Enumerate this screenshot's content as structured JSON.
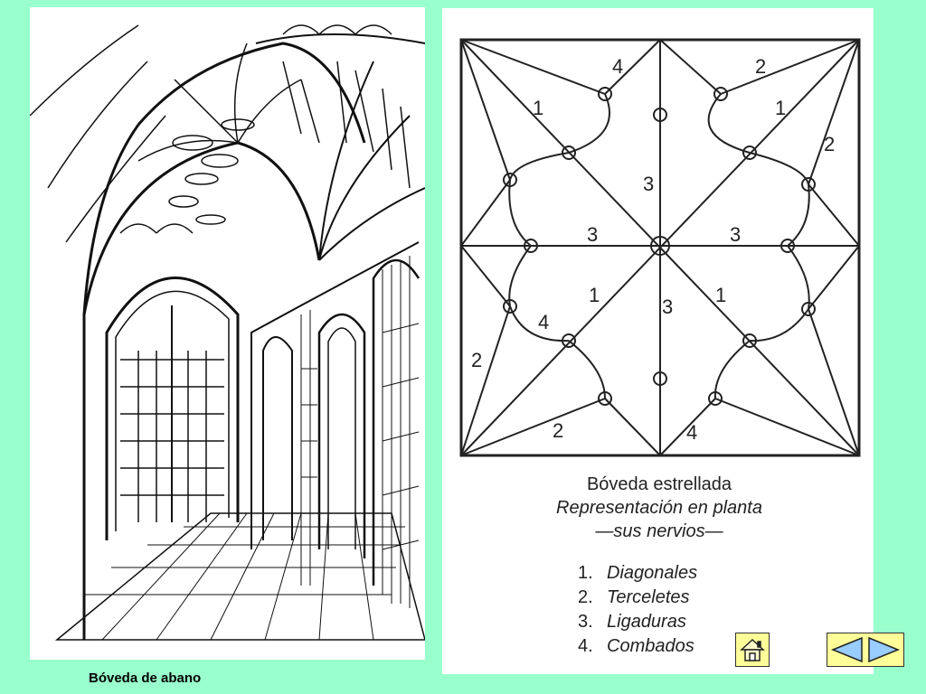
{
  "slide": {
    "caption": "Bóveda de abano",
    "background": "#99ffcc"
  },
  "fan_vault_drawing": {
    "description_icon": "fan-vault-illustration"
  },
  "plan": {
    "title": "Bóveda estrellada",
    "subtitle": "Representación en planta",
    "subtitle2": "—sus nervios—",
    "legend": [
      {
        "num": "1.",
        "label": "Diagonales"
      },
      {
        "num": "2.",
        "label": "Terceletes"
      },
      {
        "num": "3.",
        "label": "Ligaduras"
      },
      {
        "num": "4.",
        "label": "Combados"
      }
    ],
    "rib_numbers": [
      "1",
      "2",
      "3",
      "4"
    ]
  },
  "nav": {
    "home_icon": "home-icon",
    "prev_icon": "triangle-left-icon",
    "next_icon": "triangle-right-icon",
    "button_color": "#ffff99"
  }
}
